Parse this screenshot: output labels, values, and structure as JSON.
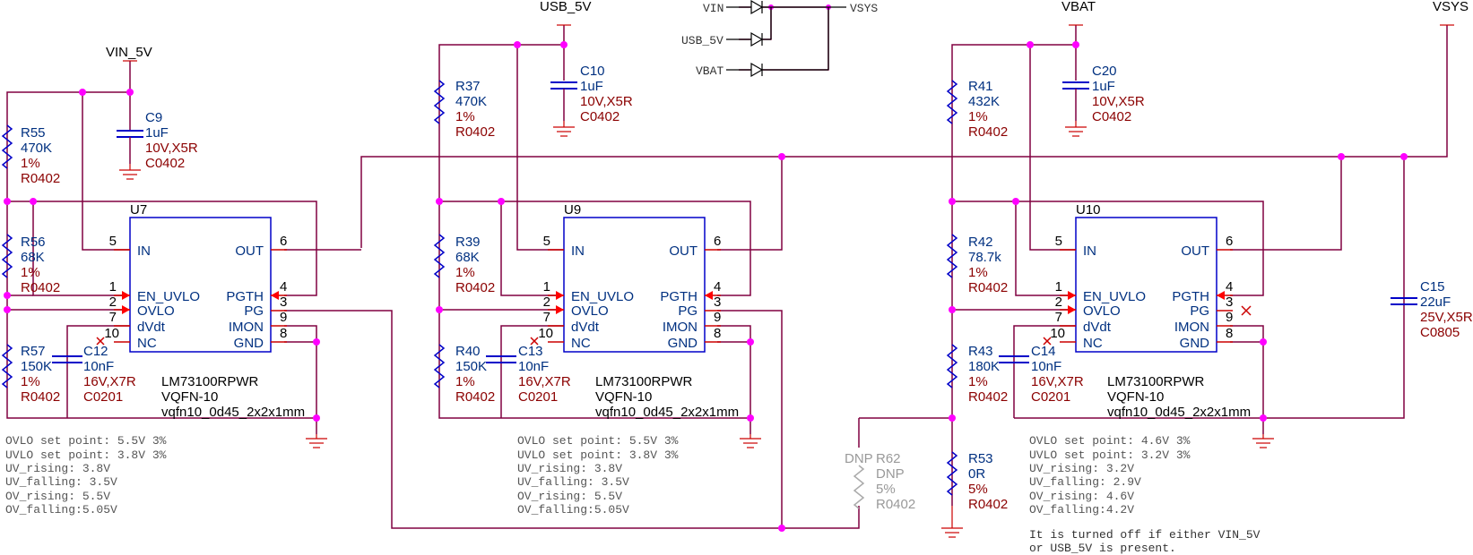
{
  "nets": {
    "vin_5v": "VIN_5V",
    "usb_5v": "USB_5V",
    "vbat": "VBAT",
    "vsys": "VSYS"
  },
  "diode_block": {
    "inputs": [
      "VIN",
      "USB_5V",
      "VBAT"
    ],
    "output": "VSYS"
  },
  "circuits": [
    {
      "ic": {
        "ref": "U7",
        "part": "LM73100RPWR",
        "package": "VQFN-10",
        "footprint": "vqfn10_0d45_2x2x1mm"
      },
      "r_top": {
        "ref": "R55",
        "value": "470K",
        "tol": "1%",
        "fp": "R0402"
      },
      "r_mid": {
        "ref": "R56",
        "value": "68K",
        "tol": "1%",
        "fp": "R0402"
      },
      "r_bot": {
        "ref": "R57",
        "value": "150K",
        "tol": "1%",
        "fp": "R0402"
      },
      "c_in": {
        "ref": "C9",
        "value": "1uF",
        "rating": "10V,X5R",
        "fp": "C0402"
      },
      "c_dvdt": {
        "ref": "C12",
        "value": "10nF",
        "rating": "16V,X7R",
        "fp": "C0201"
      },
      "notes": [
        "OVLO set point: 5.5V 3%",
        "UVLO set point: 3.8V 3%",
        "UV_rising: 3.8V",
        "UV_falling: 3.5V",
        "OV_rising: 5.5V",
        "OV_falling:5.05V"
      ]
    },
    {
      "ic": {
        "ref": "U9",
        "part": "LM73100RPWR",
        "package": "VQFN-10",
        "footprint": "vqfn10_0d45_2x2x1mm"
      },
      "r_top": {
        "ref": "R37",
        "value": "470K",
        "tol": "1%",
        "fp": "R0402"
      },
      "r_mid": {
        "ref": "R39",
        "value": "68K",
        "tol": "1%",
        "fp": "R0402"
      },
      "r_bot": {
        "ref": "R40",
        "value": "150K",
        "tol": "1%",
        "fp": "R0402"
      },
      "c_in": {
        "ref": "C10",
        "value": "1uF",
        "rating": "10V,X5R",
        "fp": "C0402"
      },
      "c_dvdt": {
        "ref": "C13",
        "value": "10nF",
        "rating": "16V,X7R",
        "fp": "C0201"
      },
      "notes": [
        "OVLO set point: 5.5V 3%",
        "UVLO set point: 3.8V 3%",
        "UV_rising: 3.8V",
        "UV_falling: 3.5V",
        "OV_rising: 5.5V",
        "OV_falling:5.05V"
      ]
    },
    {
      "ic": {
        "ref": "U10",
        "part": "LM73100RPWR",
        "package": "VQFN-10",
        "footprint": "vqfn10_0d45_2x2x1mm"
      },
      "r_top": {
        "ref": "R41",
        "value": "432K",
        "tol": "1%",
        "fp": "R0402"
      },
      "r_mid": {
        "ref": "R42",
        "value": "78.7k",
        "tol": "1%",
        "fp": "R0402"
      },
      "r_bot": {
        "ref": "R43",
        "value": "180K",
        "tol": "1%",
        "fp": "R0402"
      },
      "c_in": {
        "ref": "C20",
        "value": "1uF",
        "rating": "10V,X5R",
        "fp": "C0402"
      },
      "c_dvdt": {
        "ref": "C14",
        "value": "10nF",
        "rating": "16V,X7R",
        "fp": "C0201"
      },
      "notes": [
        "OVLO set point: 4.6V 3%",
        "UVLO set point: 3.2V 3%",
        "UV_rising: 3.2V",
        "UV_falling: 2.9V",
        "OV_rising: 4.6V",
        "OV_falling:4.2V"
      ]
    }
  ],
  "pins": {
    "left": [
      {
        "num": "5",
        "name": "IN"
      },
      {
        "num": "1",
        "name": "EN_UVLO"
      },
      {
        "num": "2",
        "name": "OVLO"
      },
      {
        "num": "7",
        "name": "dVdt"
      },
      {
        "num": "10",
        "name": "NC"
      }
    ],
    "right": [
      {
        "num": "6",
        "name": "OUT"
      },
      {
        "num": "4",
        "name": "PGTH"
      },
      {
        "num": "3",
        "name": "PG"
      },
      {
        "num": "9",
        "name": "IMON"
      },
      {
        "num": "8",
        "name": "GND"
      }
    ]
  },
  "r53": {
    "ref": "R53",
    "value": "0R",
    "tol": "5%",
    "fp": "R0402"
  },
  "r62": {
    "dnp_tag": "DNP",
    "ref": "R62",
    "value": "DNP",
    "tol": "5%",
    "fp": "R0402"
  },
  "c15": {
    "ref": "C15",
    "value": "22uF",
    "rating": "25V,X5R",
    "fp": "C0805"
  },
  "note_bottom": [
    "It is turned off if either VIN_5V",
    "or USB_5V is present."
  ]
}
